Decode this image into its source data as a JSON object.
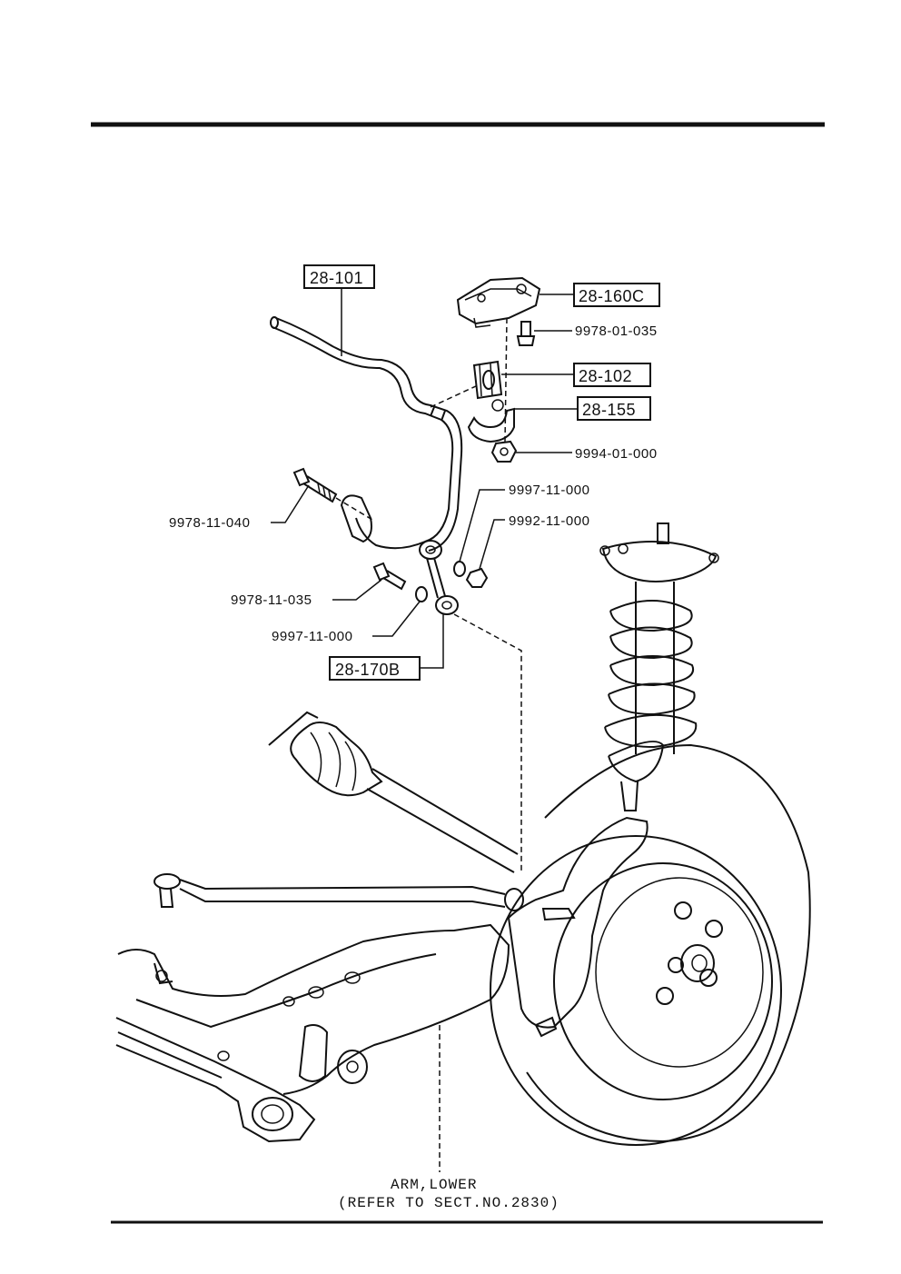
{
  "labels": {
    "stabilizer": "28-101",
    "bracket": "28-160C",
    "bolt_bracket": "9978-01-035",
    "bushing": "28-102",
    "clamp": "28-155",
    "nut_clamp": "9994-01-000",
    "washer_upper": "9997-11-000",
    "nut_link": "9992-11-000",
    "bolt_040": "9978-11-040",
    "bolt_035": "9978-11-035",
    "washer_lower": "9997-11-000",
    "link": "28-170B"
  },
  "caption": {
    "line1": "ARM,LOWER",
    "line2": "(REFER TO SECT.NO.2830)"
  }
}
